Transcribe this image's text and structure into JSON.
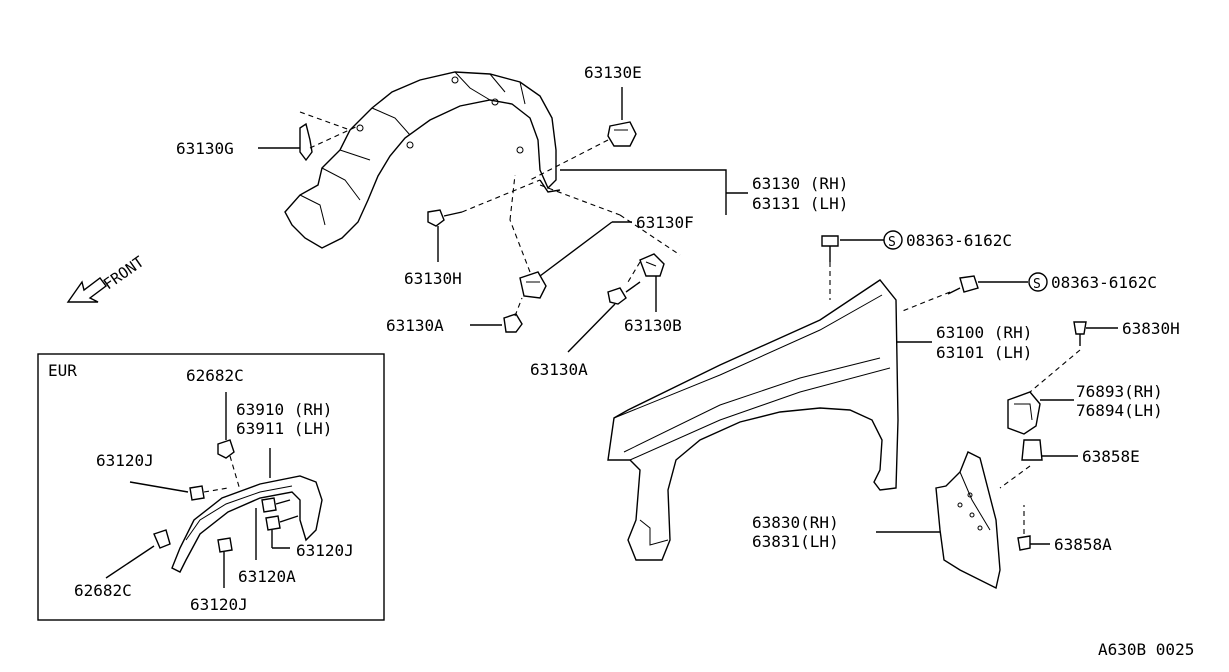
{
  "labels": {
    "p63130E": "63130E",
    "p63130G": "63130G",
    "p63130_rh": "63130 (RH)",
    "p63131_lh": "63131 (LH)",
    "p63130F": "63130F",
    "p63130H": "63130H",
    "p63130A_1": "63130A",
    "p63130B": "63130B",
    "p63130A_2": "63130A",
    "bolt_1": "08363-6162C",
    "bolt_2": "08363-6162C",
    "bolt_symbol": "S",
    "p63100_rh": "63100 (RH)",
    "p63101_lh": "63101 (LH)",
    "p63830H": "63830H",
    "p76893_rh": "76893(RH)",
    "p76894_lh": "76894(LH)",
    "p63858E": "63858E",
    "p63830_rh": "63830(RH)",
    "p63831_lh": "63831(LH)",
    "p63858A": "63858A",
    "front": "FRONT",
    "footer": "A630B 0025"
  },
  "inset": {
    "title": "EUR",
    "p62682C_1": "62682C",
    "p63910_rh": "63910 (RH)",
    "p63911_lh": "63911 (LH)",
    "p63120J_1": "63120J",
    "p63120J_2": "63120J",
    "p62682C_2": "62682C",
    "p63120A": "63120A",
    "p63120J_3": "63120J"
  }
}
